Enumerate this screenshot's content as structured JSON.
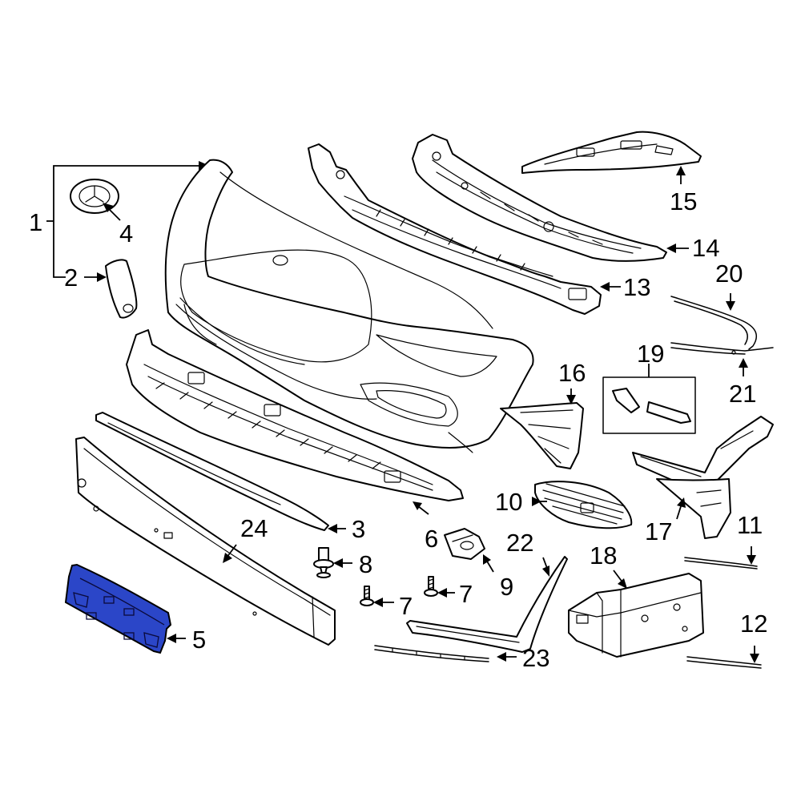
{
  "diagram": {
    "highlight_color": "#2b46c8",
    "callouts": [
      {
        "id": "1",
        "text": "1"
      },
      {
        "id": "2",
        "text": "2"
      },
      {
        "id": "3",
        "text": "3"
      },
      {
        "id": "4",
        "text": "4"
      },
      {
        "id": "5",
        "text": "5"
      },
      {
        "id": "6",
        "text": "6"
      },
      {
        "id": "7a",
        "text": "7"
      },
      {
        "id": "7b",
        "text": "7"
      },
      {
        "id": "8",
        "text": "8"
      },
      {
        "id": "9",
        "text": "9"
      },
      {
        "id": "10",
        "text": "10"
      },
      {
        "id": "11",
        "text": "11"
      },
      {
        "id": "12",
        "text": "12"
      },
      {
        "id": "13",
        "text": "13"
      },
      {
        "id": "14",
        "text": "14"
      },
      {
        "id": "15",
        "text": "15"
      },
      {
        "id": "16",
        "text": "16"
      },
      {
        "id": "17",
        "text": "17"
      },
      {
        "id": "18",
        "text": "18"
      },
      {
        "id": "19",
        "text": "19"
      },
      {
        "id": "20",
        "text": "20"
      },
      {
        "id": "21",
        "text": "21"
      },
      {
        "id": "22",
        "text": "22"
      },
      {
        "id": "23",
        "text": "23"
      },
      {
        "id": "24",
        "text": "24"
      }
    ]
  }
}
